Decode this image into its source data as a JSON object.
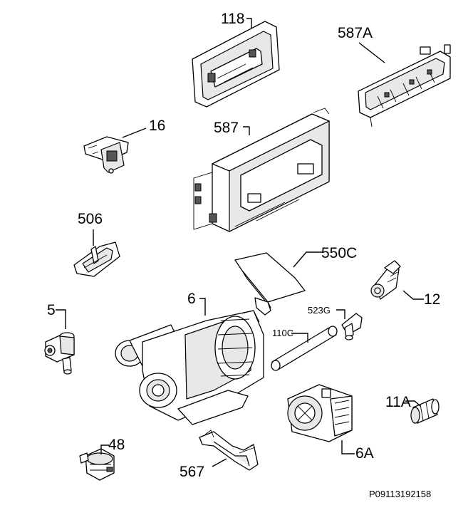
{
  "parts": [
    {
      "id": "part-118",
      "label": "118"
    },
    {
      "id": "part-587a",
      "label": "587A"
    },
    {
      "id": "part-16",
      "label": "16"
    },
    {
      "id": "part-587",
      "label": "587"
    },
    {
      "id": "part-506",
      "label": "506"
    },
    {
      "id": "part-550c",
      "label": "550C"
    },
    {
      "id": "part-12",
      "label": "12"
    },
    {
      "id": "part-5",
      "label": "5"
    },
    {
      "id": "part-6",
      "label": "6"
    },
    {
      "id": "part-523g",
      "label": "523G"
    },
    {
      "id": "part-110c",
      "label": "110C"
    },
    {
      "id": "part-11a",
      "label": "11A"
    },
    {
      "id": "part-6a",
      "label": "6A"
    },
    {
      "id": "part-48",
      "label": "48"
    },
    {
      "id": "part-567",
      "label": "567"
    }
  ],
  "reference_code": "P09113192158"
}
